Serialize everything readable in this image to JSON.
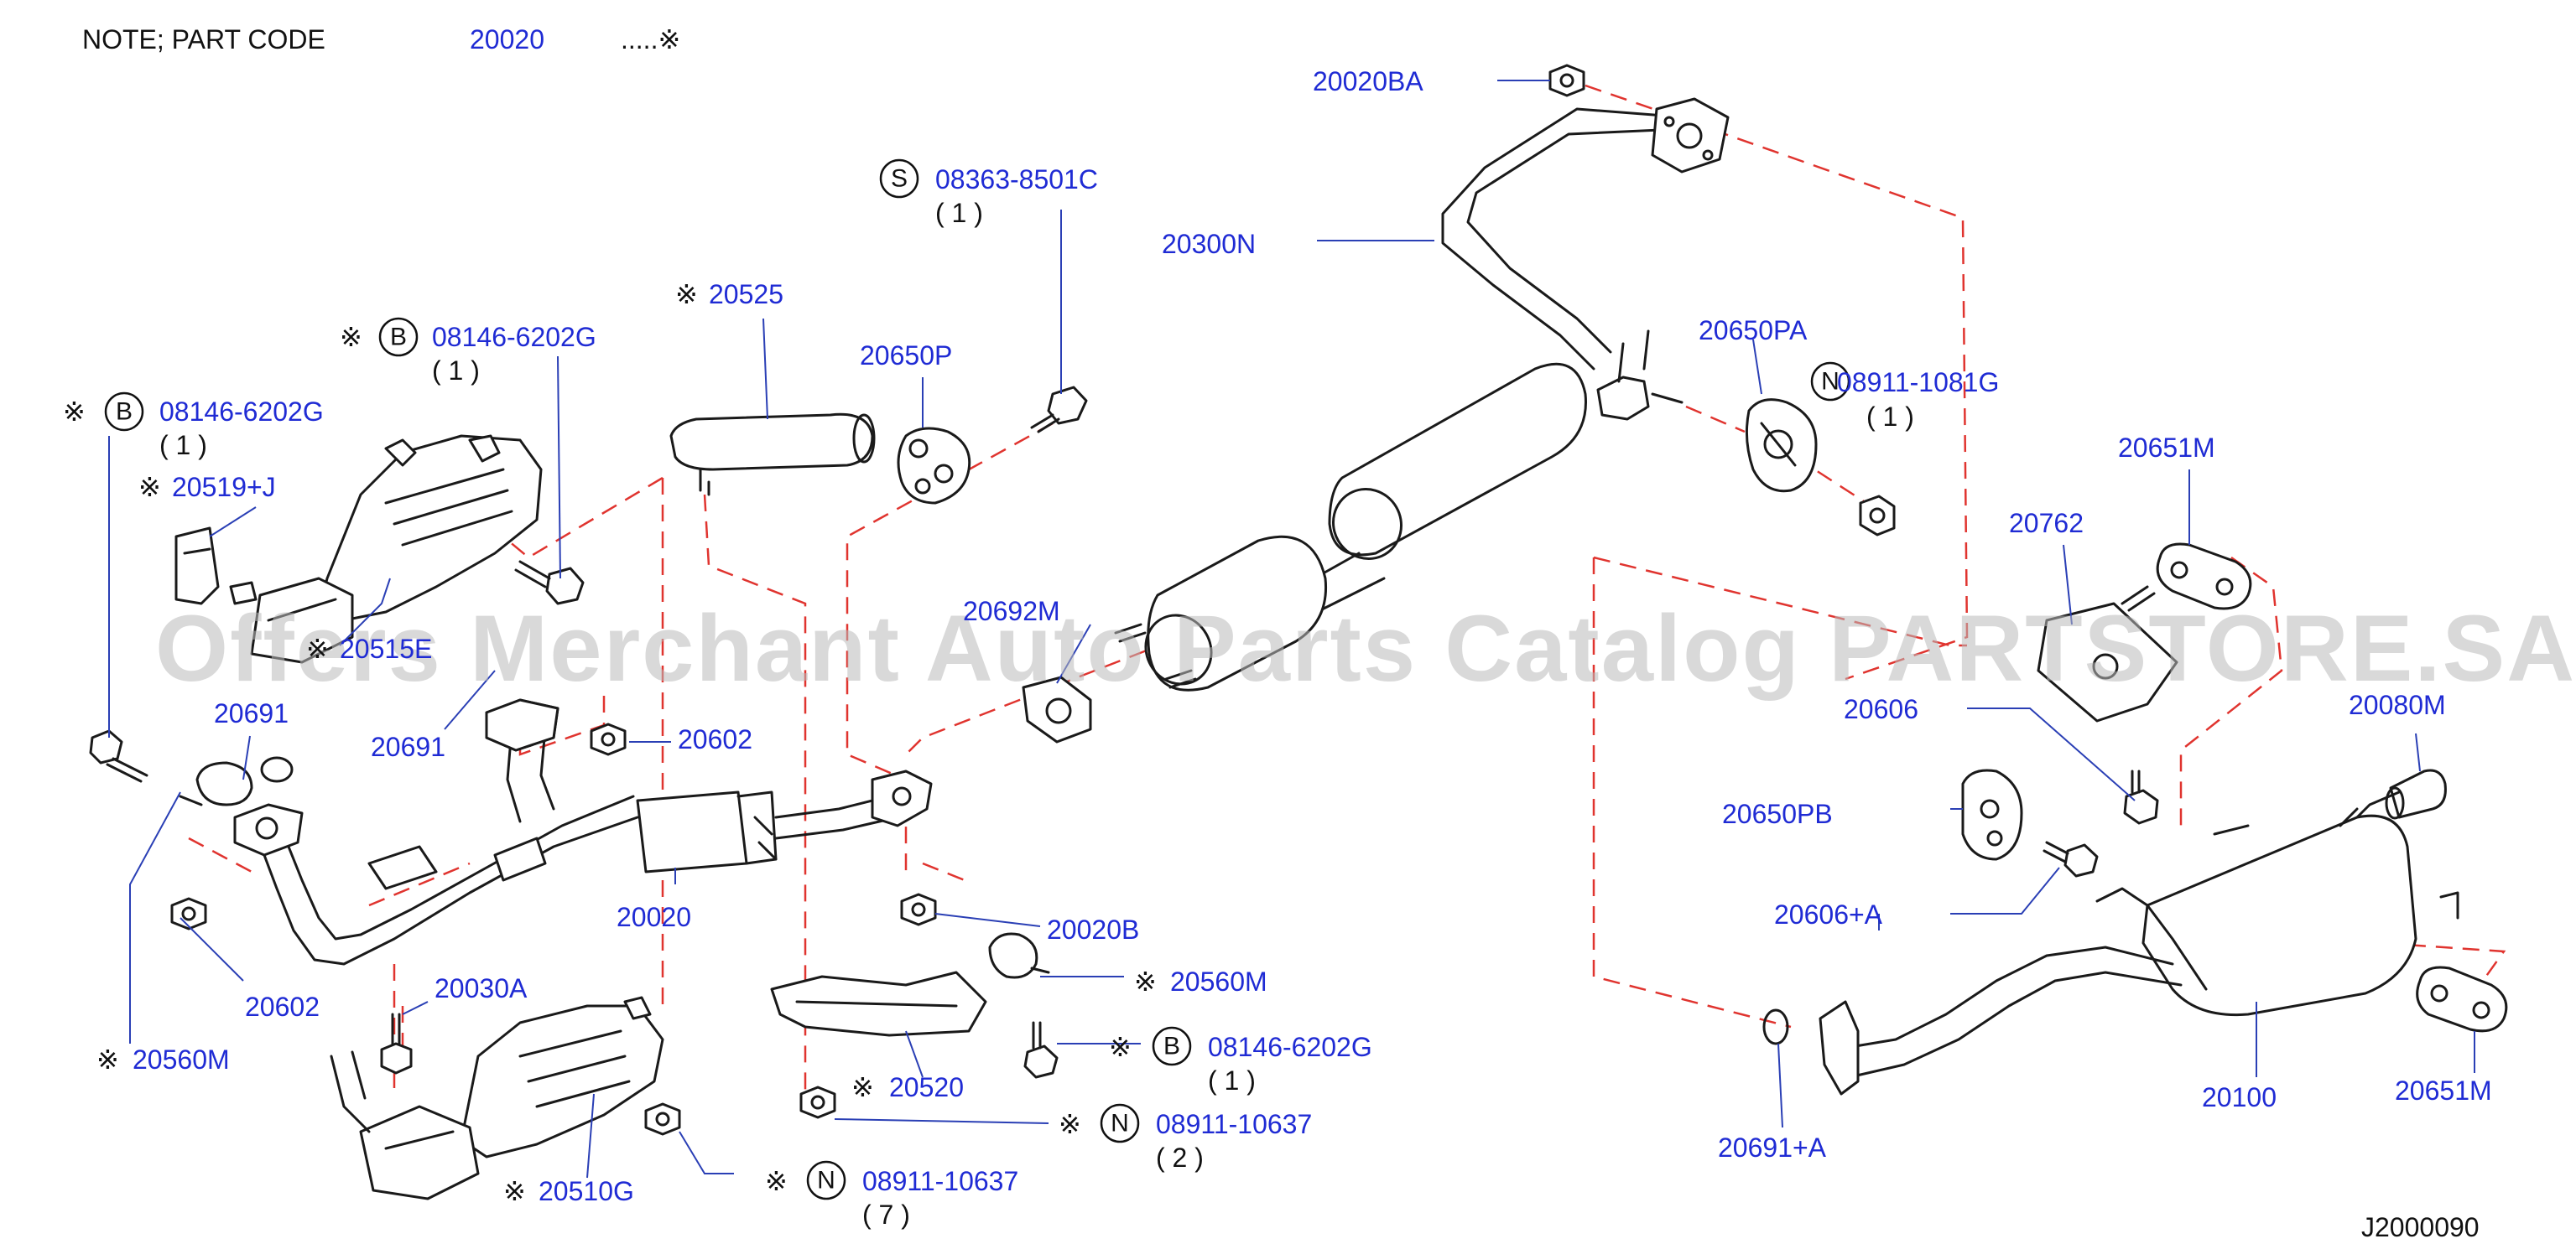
{
  "note": {
    "prefix": "NOTE;  PART  CODE",
    "code": "20020",
    "suffix": ".....※"
  },
  "labels": {
    "l20020BA": "20020BA",
    "l20300N": "20300N",
    "l08363": "08363-8501C",
    "l08363_qty": "( 1 )",
    "l20525": "20525",
    "l20650P": "20650P",
    "l20650PA": "20650PA",
    "l08911_1081G": "08911-1081G",
    "l08911_1081G_qty": "( 1 )",
    "l08146_a": "08146-6202G",
    "l08146_a_qty": "( 1 )",
    "l08146_b": "08146-6202G",
    "l08146_b_qty": "( 1 )",
    "l20519J": "20519+J",
    "l20515E": "20515E",
    "l20651M_top": "20651M",
    "l20762": "20762",
    "l20692M": "20692M",
    "l20691_a": "20691",
    "l20691_b": "20691",
    "l20602_a": "20602",
    "l20602_b": "20602",
    "l20606": "20606",
    "l20080M": "20080M",
    "l20650PB": "20650PB",
    "l20606A": "20606+A",
    "l20020": "20020",
    "l20020B": "20020B",
    "l20030A": "20030A",
    "l20560M_left": "20560M",
    "l20560M_mid": "20560M",
    "l08146_c": "08146-6202G",
    "l08146_c_qty": "( 1 )",
    "l20520": "20520",
    "l08911_10637_a": "08911-10637",
    "l08911_10637_a_qty": "( 2 )",
    "l08911_10637_b": "08911-10637",
    "l08911_10637_b_qty": "( 7 )",
    "l20510G": "20510G",
    "l20100": "20100",
    "l20651M_bot": "20651M",
    "l20691A": "20691+A"
  },
  "marks": {
    "ref": "※",
    "S": "S",
    "N": "N",
    "B": "B"
  },
  "diagram_id": "J2000090",
  "watermark": "Offers Merchant Auto Parts Catalog PARTSTORE.SA",
  "colors": {
    "label": "#1f2bd4",
    "dash": "#e0342f",
    "leader": "#2a3fb5",
    "line": "#1a1a1a"
  }
}
